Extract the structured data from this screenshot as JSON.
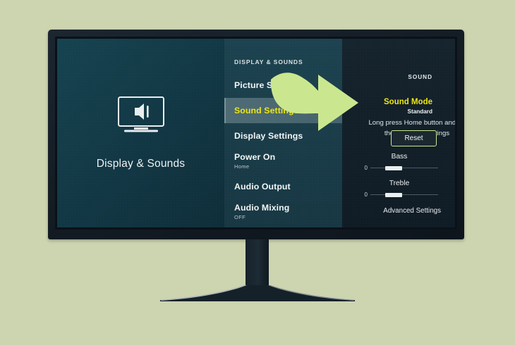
{
  "page": {
    "background_color": "#ccd4b0",
    "device": "computer-monitor"
  },
  "screen": {
    "left_panel": {
      "icon": "tv-speaker-icon",
      "title": "Display & Sounds"
    },
    "menu_panel": {
      "header": "DISPLAY & SOUNDS",
      "items": [
        {
          "label": "Picture Settings",
          "sub": "",
          "selected": false
        },
        {
          "label": "Sound Settings",
          "sub": "",
          "selected": true
        },
        {
          "label": "Display Settings",
          "sub": "",
          "selected": false
        },
        {
          "label": "Power On",
          "sub": "Home",
          "selected": false
        },
        {
          "label": "Audio Output",
          "sub": "",
          "selected": false
        },
        {
          "label": "Audio Mixing",
          "sub": "OFF",
          "selected": false
        }
      ]
    },
    "detail_panel": {
      "header": "SOUND",
      "sound_mode_label": "Sound Mode",
      "sound_mode_value": "Standard",
      "hint_text": "Long press Home button and go there to open settings",
      "reset_button": "Reset",
      "sliders": [
        {
          "name": "Bass",
          "value": "0"
        },
        {
          "name": "Treble",
          "value": "0"
        }
      ],
      "advanced_settings": "Advanced Settings"
    }
  },
  "annotation": {
    "arrow": "green-right-arrow",
    "arrow_color": "#cae78f",
    "points_to": "Reset"
  },
  "colors": {
    "highlight_text": "#ece714",
    "accent_border": "#cce88a",
    "panel_left": "#123744",
    "panel_menu": "#1a3d49",
    "panel_right": "#13202a",
    "page_bg": "#ccd4b0"
  }
}
